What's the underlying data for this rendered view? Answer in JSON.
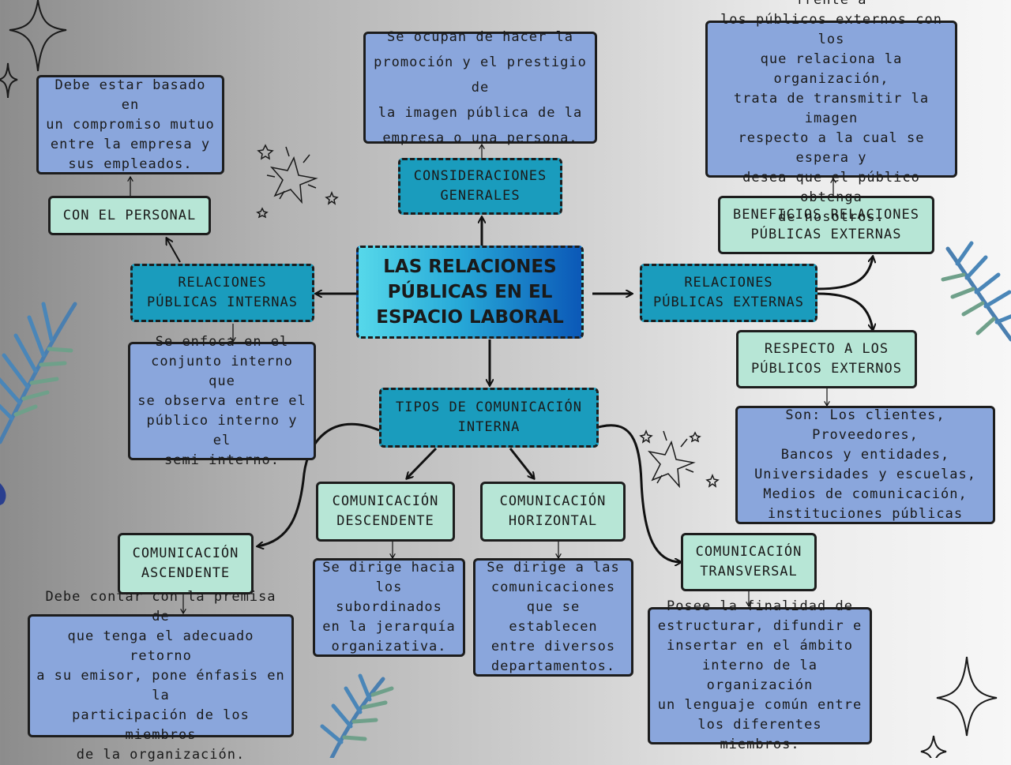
{
  "center": "LAS RELACIONES\nPÚBLICAS EN EL\nESPACIO LABORAL",
  "consideraciones": {
    "heading": "CONSIDERACIONES\nGENERALES",
    "text": "Se ocupan de hacer la\npromoción y el prestigio de\nla imagen pública de la\nempresa o una persona."
  },
  "internas": {
    "heading": "RELACIONES\nPÚBLICAS INTERNAS",
    "text": "Se enfoca en el\nconjunto interno que\nse observa entre el\npúblico interno y el\nsemi interno.",
    "personal": {
      "heading": "CON EL PERSONAL",
      "text": "Debe estar basado en\nun compromiso mutuo\nentre la empresa y\nsus empleados."
    }
  },
  "externas": {
    "heading": "RELACIONES\nPÚBLICAS EXTERNAS",
    "beneficios": {
      "heading": "BENEFICIOS RELACIONES\nPÚBLICAS EXTERNAS",
      "text": "Mejora las actitudes frente a\nlos públicos externos con los\nque relaciona la organización,\ntrata de transmitir la imagen\nrespecto a la cual se espera y\ndesea que el público obtenga\nde nosotros."
    },
    "respecto": {
      "heading": "RESPECTO A LOS\nPÚBLICOS EXTERNOS",
      "text": "Son: Los clientes, Proveedores,\nBancos y entidades,\nUniversidades y escuelas,\nMedios de comunicación,\ninstituciones públicas"
    }
  },
  "tipos": {
    "heading": "TIPOS DE COMUNICACIÓN\nINTERNA",
    "ascendente": {
      "heading": "COMUNICACIÓN\nASCENDENTE",
      "text": "Debe contar con la premisa de\nque tenga el adecuado retorno\na su emisor, pone énfasis en la\nparticipación de los miembros\nde la organización."
    },
    "descendente": {
      "heading": "COMUNICACIÓN\nDESCENDENTE",
      "text": "Se dirige hacia\nlos subordinados\nen la jerarquía\norganizativa."
    },
    "horizontal": {
      "heading": "COMUNICACIÓN\nHORIZONTAL",
      "text": "Se dirige a las\ncomunicaciones\nque se establecen\nentre diversos\ndepartamentos."
    },
    "transversal": {
      "heading": "COMUNICACIÓN\nTRANSVERSAL",
      "text": "Posee la finalidad de\nestructurar, difundir e\ninsertar en el ámbito\ninterno de la organización\nun lenguaje común entre\nlos diferentes miembros."
    }
  },
  "colors": {
    "note_box": "#8aa6dc",
    "subtopic_box": "#b7e6d6",
    "branch_box": "#1a9cbd",
    "center_gradient": [
      "#56d8ea",
      "#0b58b7"
    ]
  }
}
